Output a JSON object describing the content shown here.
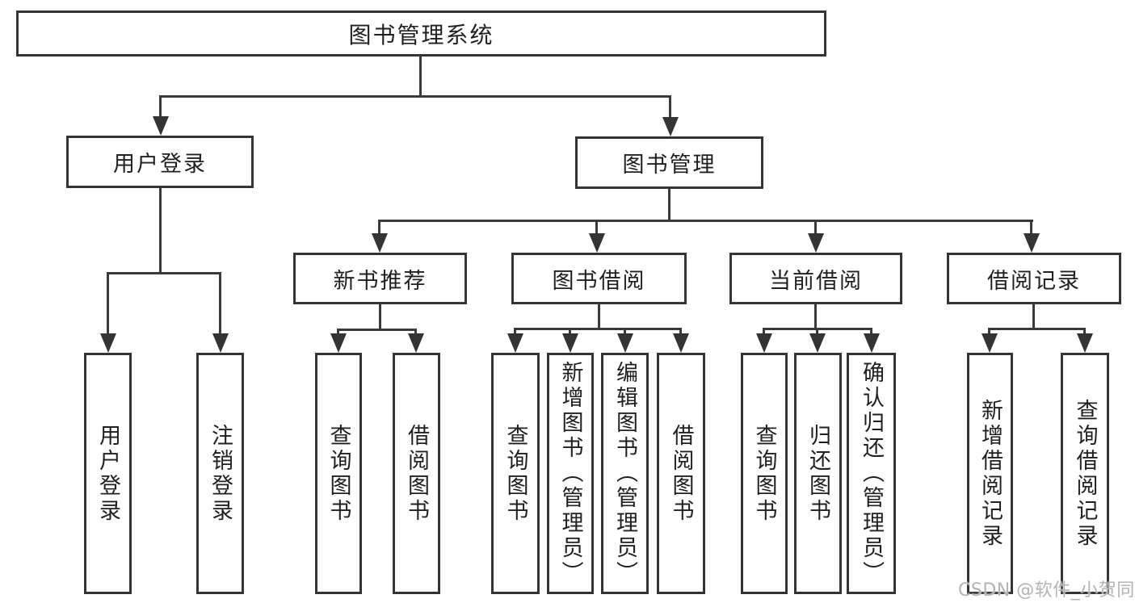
{
  "diagram": {
    "type": "hierarchy-tree",
    "line_color": "#3a3a3a",
    "box_border_color": "#343434",
    "text_color": "#1f1f1f",
    "watermark_color": "#b3b3b3",
    "watermark": "CSDN @软件_小贺同学",
    "tree": {
      "label": "图书管理系统",
      "children": [
        {
          "label": "用户登录",
          "children": [
            {
              "label": "用户登录"
            },
            {
              "label": "注销登录"
            }
          ]
        },
        {
          "label": "图书管理",
          "children": [
            {
              "label": "新书推荐",
              "children": [
                {
                  "label": "查询图书"
                },
                {
                  "label": "借阅图书"
                }
              ]
            },
            {
              "label": "图书借阅",
              "children": [
                {
                  "label": "查询图书"
                },
                {
                  "label": "新增图书（管理员）"
                },
                {
                  "label": "编辑图书（管理员）"
                },
                {
                  "label": "借阅图书"
                }
              ]
            },
            {
              "label": "当前借阅",
              "children": [
                {
                  "label": "查询图书"
                },
                {
                  "label": "归还图书"
                },
                {
                  "label": "确认归还（管理员）"
                }
              ]
            },
            {
              "label": "借阅记录",
              "children": [
                {
                  "label": "新增借阅记录"
                },
                {
                  "label": "查询借阅记录"
                }
              ]
            }
          ]
        }
      ]
    }
  }
}
